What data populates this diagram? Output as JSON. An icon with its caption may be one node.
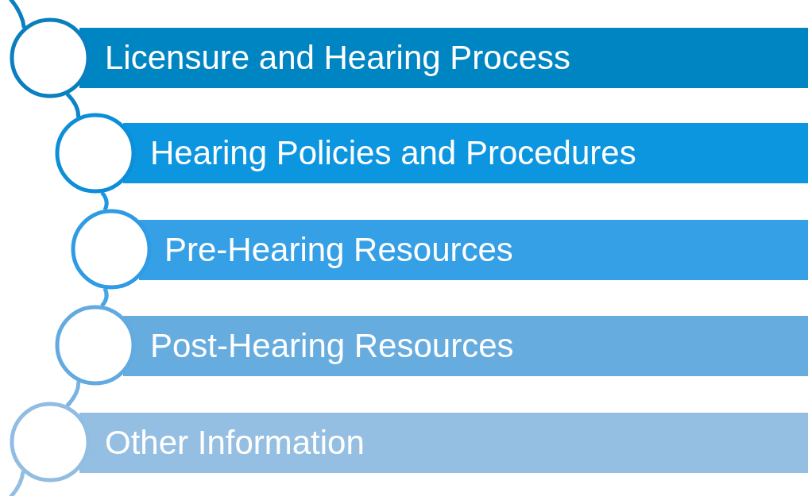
{
  "diagram": {
    "nodes": [
      {
        "text": [],
        "shape": "circle"
      },
      {
        "text": [
          "Licensure and Hearing Process"
        ]
      },
      {
        "text": [],
        "shape": "circle"
      },
      {
        "text": [
          "Hearing Policies and Procedures"
        ]
      },
      {
        "text": [],
        "shape": "circle"
      },
      {
        "text": [
          "Pre-Hearing Resources"
        ]
      },
      {
        "text": [],
        "shape": "circle"
      },
      {
        "text": [
          "Post-Hearing Resources"
        ]
      },
      {
        "text": [],
        "shape": "circle"
      },
      {
        "text": [
          "Other Information"
        ]
      }
    ],
    "edges": [
      {
        "from": null,
        "to": 0,
        "arrow": "none",
        "color": "#0a7fbf"
      },
      {
        "from": 0,
        "to": 2,
        "arrow": "none",
        "color": "#0a86c8"
      },
      {
        "from": 2,
        "to": 4,
        "arrow": "none",
        "color": "#1d98e0"
      },
      {
        "from": 4,
        "to": 6,
        "arrow": "none",
        "color": "#4aa5e4"
      },
      {
        "from": 6,
        "to": 8,
        "arrow": "none",
        "color": "#7ab3e0"
      },
      {
        "from": 8,
        "to": null,
        "arrow": "none",
        "color": "#95bfe2"
      }
    ]
  }
}
